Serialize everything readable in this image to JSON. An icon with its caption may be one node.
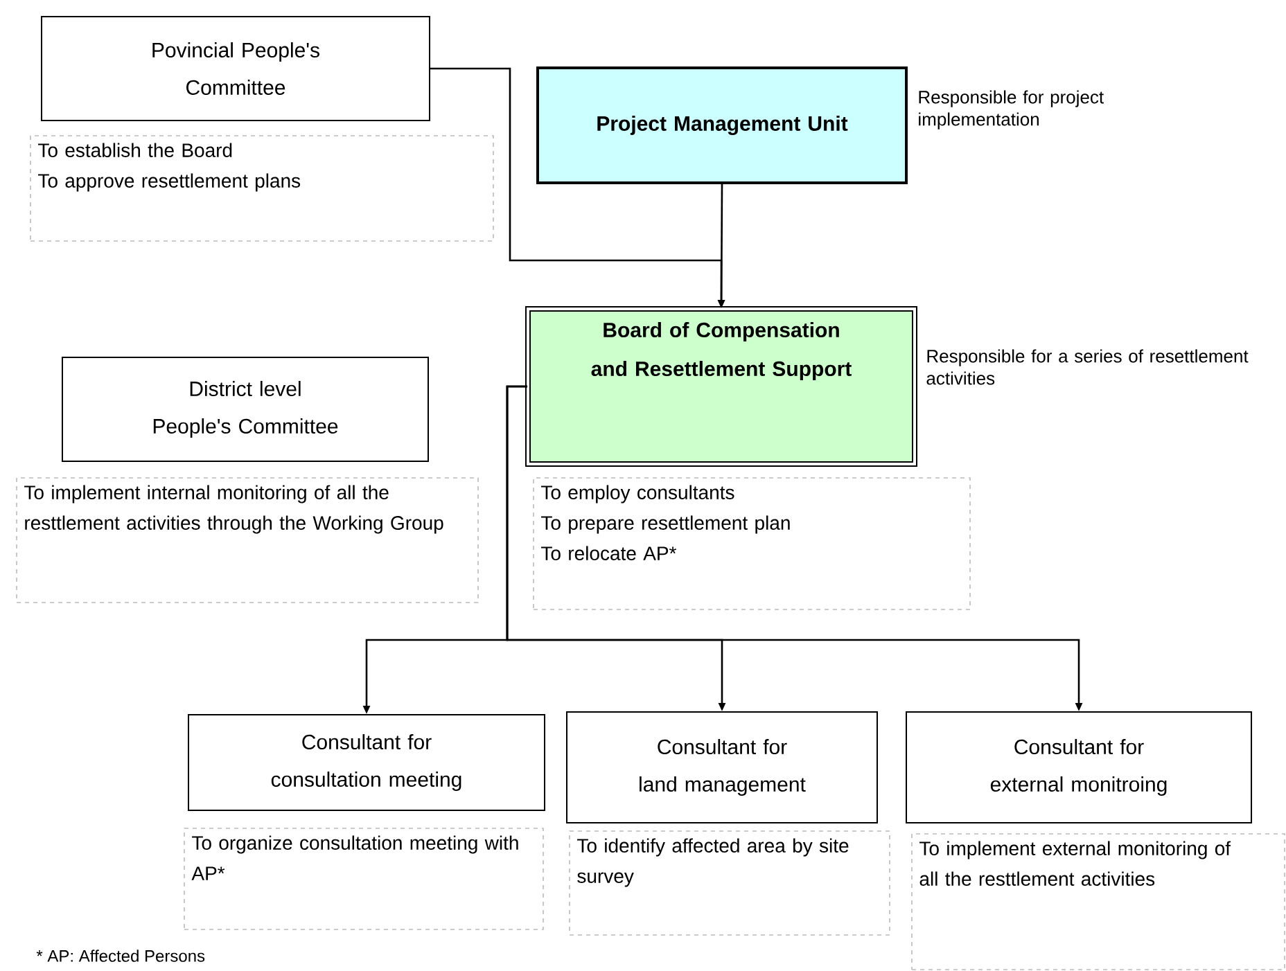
{
  "diagram": {
    "nodes": [
      {
        "text": [
          "Povincial People's Committee"
        ]
      },
      {
        "text": [
          "To establish the Board",
          "To approve resettlement plans"
        ]
      },
      {
        "text": [
          "Project Management Unit"
        ],
        "beside": [
          "Responsible for project implementation"
        ]
      },
      {
        "text": [
          "Board of Compensation and Resettlement Support"
        ],
        "beside": [
          "Responsible for a series of resettlement activities"
        ]
      },
      {
        "text": [
          "District level People's Committee"
        ]
      },
      {
        "text": [
          "To implement internal monitoring of all the resttlement activities through the Working Group"
        ]
      },
      {
        "text": [
          "To employ consultants",
          "To prepare resettlement plan",
          "To relocate AP*"
        ]
      },
      {
        "text": [
          "Consultant for consultation meeting"
        ]
      },
      {
        "text": [
          "Consultant for land management"
        ]
      },
      {
        "text": [
          "Consultant for external monitroing"
        ]
      },
      {
        "text": [
          "To organize consultation meeting with AP*"
        ]
      },
      {
        "text": [
          "To identify affected area by site survey"
        ]
      },
      {
        "text": [
          "To implement external monitoring of all the resttlement activities"
        ]
      }
    ],
    "edges": [
      {
        "from": 0,
        "to": 3,
        "arrow": "to"
      },
      {
        "from": 2,
        "to": 3,
        "arrow": "to"
      },
      {
        "from": 3,
        "to": 7,
        "arrow": "to"
      },
      {
        "from": 3,
        "to": 8,
        "arrow": "to"
      },
      {
        "from": 3,
        "to": 9,
        "arrow": "to"
      }
    ],
    "labels": [
      "* AP: Affected Persons"
    ]
  }
}
